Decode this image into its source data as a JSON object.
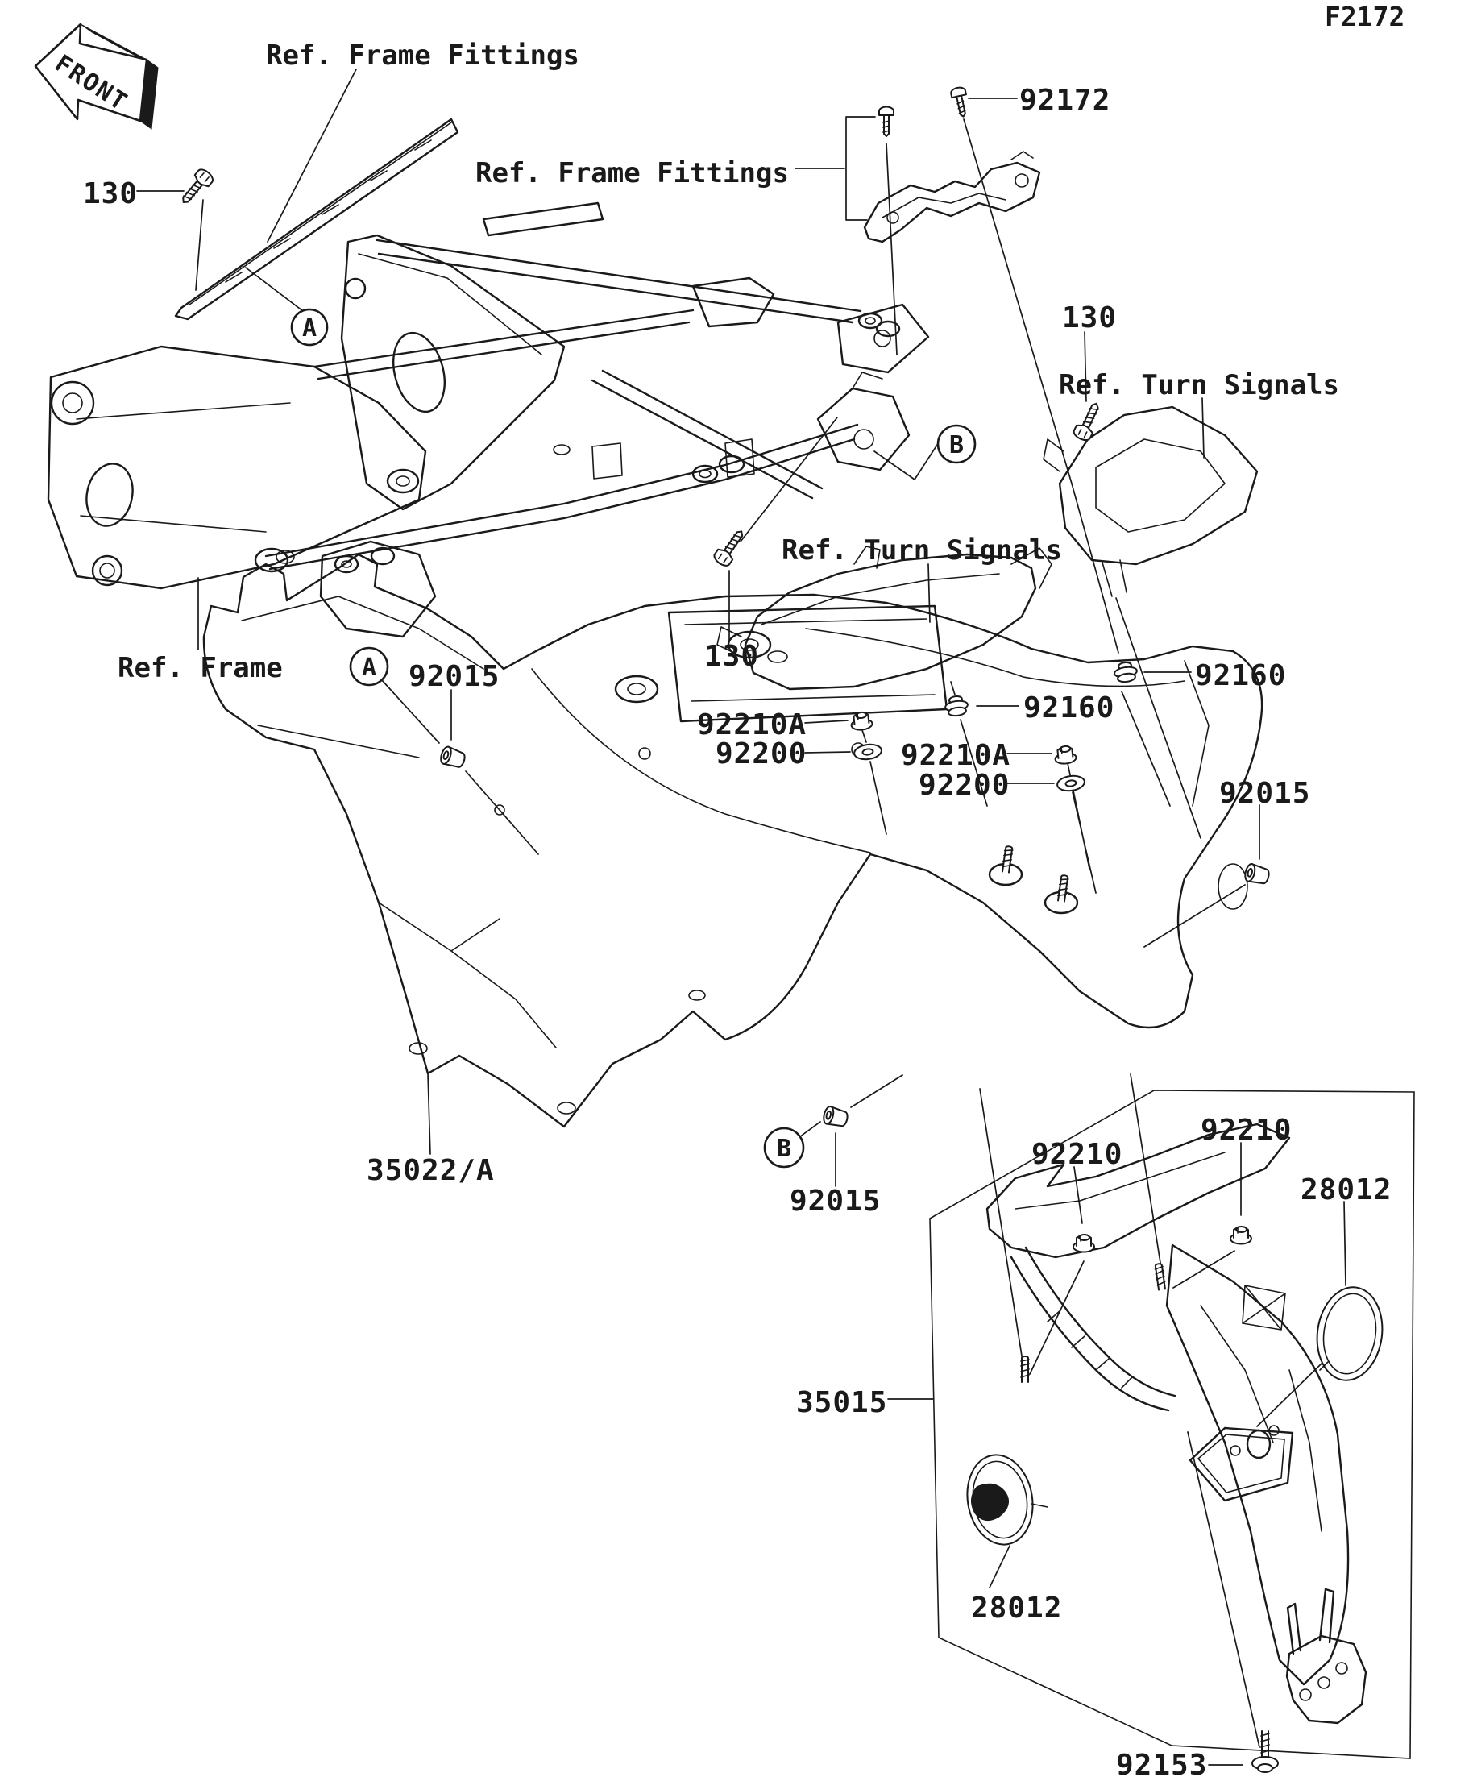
{
  "page": {
    "paper_color": "#ffffff",
    "ink_color": "#1a1a1a"
  },
  "figure_code": "F2172",
  "front_marker": "FRONT",
  "reference_labels": {
    "frame_fittings": "Ref. Frame Fittings",
    "frame": "Ref. Frame",
    "turn_signals": "Ref. Turn Signals"
  },
  "callouts": {
    "a": "A",
    "b": "B"
  },
  "part_numbers": {
    "130": "130",
    "92172": "92172",
    "92160": "92160",
    "92210A": "92210A",
    "92200": "92200",
    "92015": "92015",
    "35022/A": "35022/A",
    "92210": "92210",
    "28012": "28012",
    "35015": "35015",
    "92153": "92153"
  },
  "visible_instance_counts": {
    "130": 3,
    "92172": 1,
    "92160": 2,
    "92210A": 2,
    "92200": 2,
    "92015": 3,
    "35022/A": 1,
    "92210": 2,
    "28012": 2,
    "35015": 1,
    "92153": 1,
    "Ref. Frame Fittings": 2,
    "Ref. Turn Signals": 2,
    "Ref. Frame": 1,
    "A": 2,
    "B": 2
  }
}
